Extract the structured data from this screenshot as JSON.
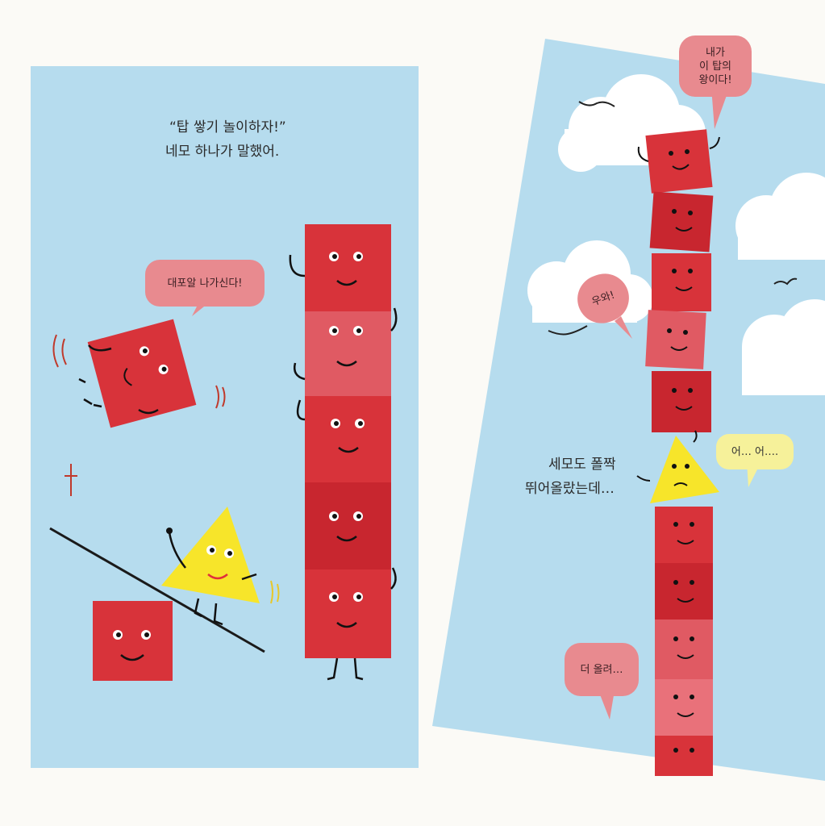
{
  "left_page": {
    "narration_line1": "“탑 쌓기 놀이하자!”",
    "narration_line2": "네모 하나가 말했어.",
    "bubble_jump": "대포알 나가신다!"
  },
  "right_page": {
    "bubble_king": "내가\n이 탑의\n왕이다!",
    "bubble_wow": "우와!",
    "bubble_uh": "어… 어….",
    "bubble_more": "더 올려…",
    "narration_line1": "세모도 폴짝",
    "narration_line2": "뛰어올랐는데…"
  },
  "colors": {
    "sky": "#b6dcee",
    "block_red": "#d8333a",
    "triangle_yellow": "#f7e52a",
    "bubble_pink": "#e88a8f",
    "bubble_yellow": "#f6f19a"
  }
}
